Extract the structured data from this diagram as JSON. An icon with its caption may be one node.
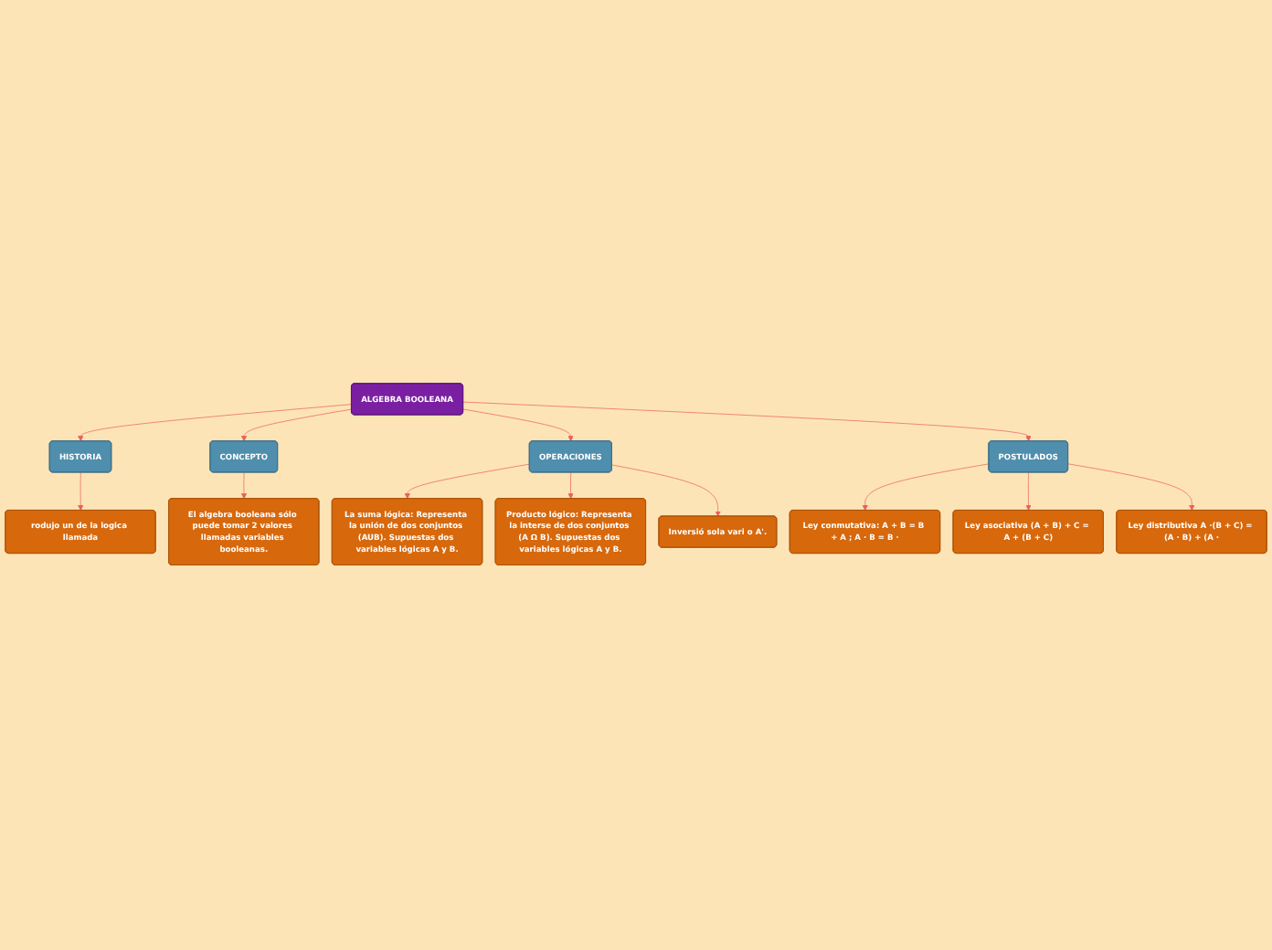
{
  "diagram": {
    "nodes": [
      {
        "text": [
          "ALGEBRA BOOLEANA"
        ]
      },
      {
        "text": [
          "HISTORIA"
        ]
      },
      {
        "text": [
          "rodujo un de la logica llamada"
        ]
      },
      {
        "text": [
          "CONCEPTO"
        ]
      },
      {
        "text": [
          "El algebra booleana sólo puede tomar 2 valores llamadas variables booleanas."
        ]
      },
      {
        "text": [
          "OPERACIONES"
        ]
      },
      {
        "text": [
          "La suma lógica: Representa la unión de dos conjuntos (AUB). Supuestas dos variables lógicas A y B."
        ]
      },
      {
        "text": [
          "Inversió sola vari o A'."
        ]
      },
      {
        "text": [
          "Producto lógico: Representa la interse de dos conjuntos (A Ω B). Supuestas dos variables lógicas A y B."
        ]
      },
      {
        "text": [
          "POSTULADOS"
        ]
      },
      {
        "text": [
          "Ley conmutativa: A + B = B + A ; A · B = B ·"
        ]
      },
      {
        "text": [
          "Ley asociativa (A + B) + C = A + (B + C)"
        ]
      },
      {
        "text": [
          "Ley distributiva A ·(B + C) = (A · B) + (A ·"
        ]
      }
    ],
    "edges": [
      {
        "from": 0,
        "to": 1,
        "arrow": "to"
      },
      {
        "from": 1,
        "to": 2,
        "arrow": "to"
      },
      {
        "from": 0,
        "to": 3,
        "arrow": "to"
      },
      {
        "from": 3,
        "to": 4,
        "arrow": "to"
      },
      {
        "from": 0,
        "to": 5,
        "arrow": "to"
      },
      {
        "from": 5,
        "to": 6,
        "arrow": "to"
      },
      {
        "from": 5,
        "to": 8,
        "arrow": "to"
      },
      {
        "from": 5,
        "to": 7,
        "arrow": "to"
      },
      {
        "from": 0,
        "to": 9,
        "arrow": "to"
      },
      {
        "from": 9,
        "to": 10,
        "arrow": "to"
      },
      {
        "from": 9,
        "to": 11,
        "arrow": "to"
      },
      {
        "from": 9,
        "to": 12,
        "arrow": "to"
      }
    ]
  }
}
